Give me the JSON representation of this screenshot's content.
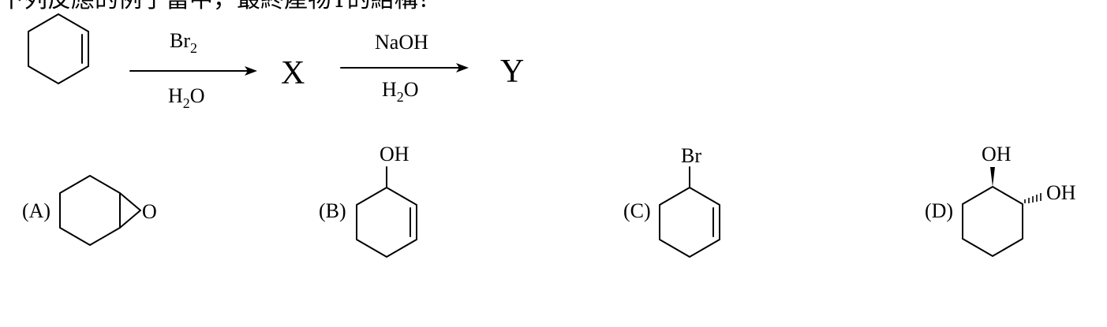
{
  "question": {
    "text": "下列反應的例子當中，最終產物Y的結構？"
  },
  "scheme": {
    "step1": {
      "reagent_top_main": "Br",
      "reagent_top_sub": "2",
      "reagent_bottom_main": "H",
      "reagent_bottom_sub": "2",
      "reagent_bottom_tail": "O"
    },
    "intermediate": "X",
    "step2": {
      "reagent_top": "NaOH",
      "reagent_bottom_main": "H",
      "reagent_bottom_sub": "2",
      "reagent_bottom_tail": "O"
    },
    "product": "Y"
  },
  "options": [
    {
      "label": "(A)",
      "atoms": [
        "O"
      ]
    },
    {
      "label": "(B)",
      "atoms": [
        "OH"
      ]
    },
    {
      "label": "(C)",
      "atoms": [
        "Br"
      ]
    },
    {
      "label": "(D)",
      "atoms": [
        "OH",
        "OH"
      ]
    }
  ]
}
